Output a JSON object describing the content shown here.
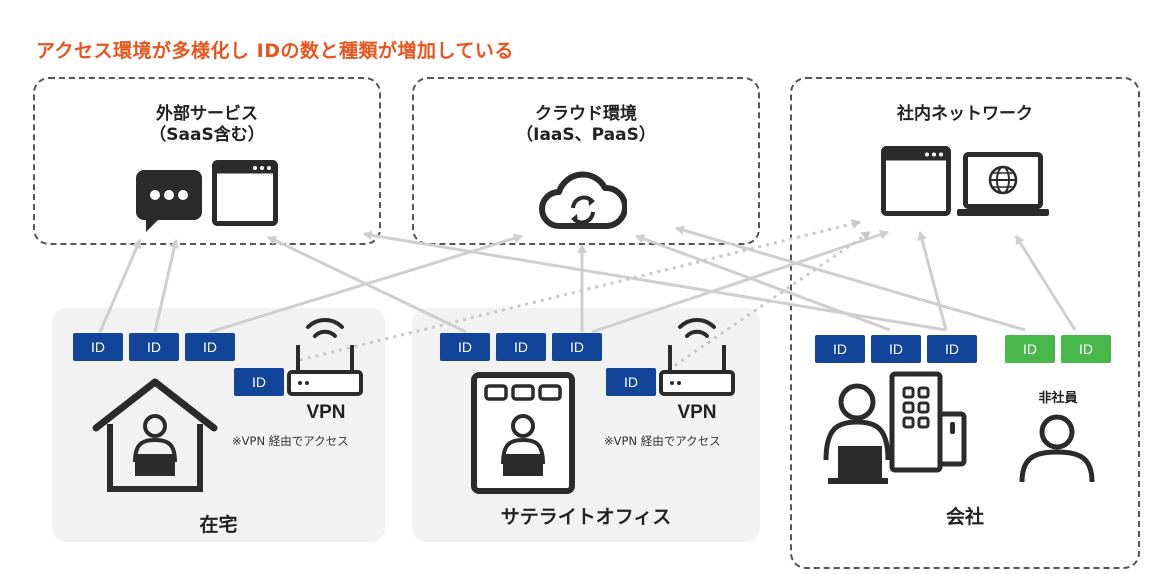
{
  "title": "アクセス環境が多様化し IDの数と種類が増加している",
  "zones": {
    "external": {
      "label": "外部サービス\n（SaaS含む）"
    },
    "cloud": {
      "label": "クラウド環境\n（IaaS、PaaS）"
    },
    "intranet": {
      "label": "社内ネットワーク"
    }
  },
  "locations": {
    "home": {
      "label": "在宅",
      "ids": [
        "ID",
        "ID",
        "ID"
      ],
      "vpn_id": "ID",
      "vpn_label": "VPN",
      "vpn_note": "※VPN 経由でアクセス"
    },
    "satellite": {
      "label": "サテライトオフィス",
      "ids": [
        "ID",
        "ID",
        "ID"
      ],
      "vpn_id": "ID",
      "vpn_label": "VPN",
      "vpn_note": "※VPN 経由でアクセス"
    },
    "company": {
      "label": "会社",
      "ids": [
        "ID",
        "ID",
        "ID"
      ],
      "guest_ids": [
        "ID",
        "ID"
      ],
      "guest_label": "非社員"
    }
  },
  "colors": {
    "title": "#e8551f",
    "employee_id": "#12449a",
    "guest_id": "#48b84a",
    "icon": "#2b2b2b",
    "arrow": "#cfcfcf",
    "dashed_arrow": "#c8c8c8"
  },
  "icons": {
    "external": [
      "chat-bubble-icon",
      "browser-window-icon"
    ],
    "cloud": [
      "cloud-sync-icon"
    ],
    "intranet": [
      "browser-window-icon",
      "laptop-globe-icon"
    ],
    "home": [
      "house-user-icon",
      "wifi-router-icon"
    ],
    "satellite": [
      "office-booth-user-icon",
      "wifi-router-icon"
    ],
    "company": [
      "employee-building-icon",
      "guest-person-icon"
    ]
  }
}
